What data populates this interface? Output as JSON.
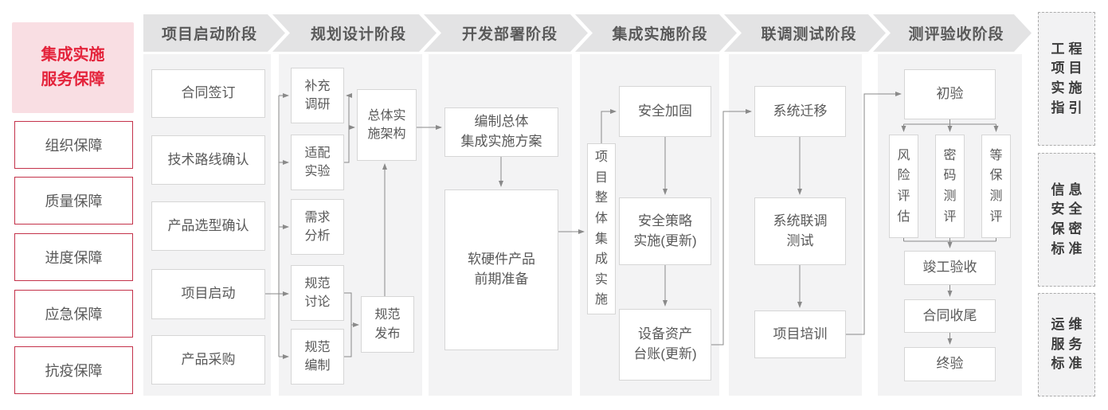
{
  "colors": {
    "accent_red": "#e4233b",
    "pink_bg": "#f9dee3",
    "header_bg": "#e3e3e4",
    "column_bg": "#f3f3f4",
    "box_border": "#d6d6d6",
    "text_gray": "#595959",
    "connector_gray": "#8a8a8a"
  },
  "sidebar": {
    "title_lines": [
      "集成实施",
      "服务保障"
    ],
    "items": [
      "组织保障",
      "质量保障",
      "进度保障",
      "应急保障",
      "抗疫保障"
    ]
  },
  "phases": [
    "项目启动阶段",
    "规划设计阶段",
    "开发部署阶段",
    "集成实施阶段",
    "联调测试阶段",
    "测评验收阶段"
  ],
  "flow": {
    "contract_signing": "合同签订",
    "tech_route_confirm": "技术路线确认",
    "product_selection_confirm": "产品选型确认",
    "project_kickoff": "项目启动",
    "product_procurement": "产品采购",
    "supplementary_research": [
      "补充",
      "调研"
    ],
    "adaptation_experiment": [
      "适配",
      "实验"
    ],
    "requirement_analysis": [
      "需求",
      "分析"
    ],
    "spec_discussion": [
      "规范",
      "讨论"
    ],
    "spec_compilation": [
      "规范",
      "编制"
    ],
    "overall_implementation_architecture": [
      "总体实",
      "施架构"
    ],
    "spec_release": [
      "规范",
      "发布"
    ],
    "overall_integration_plan": [
      "编制总体",
      "集成实施方案"
    ],
    "hw_sw_product_preparation": [
      "软硬件产品",
      "前期准备"
    ],
    "overall_integration_implementation": [
      "项",
      "目",
      "整",
      "体",
      "集",
      "成",
      "实",
      "施"
    ],
    "security_hardening": "安全加固",
    "security_policy_implementation": [
      "安全策略",
      "实施(更新)"
    ],
    "equipment_asset_ledger": [
      "设备资产",
      "台账(更新)"
    ],
    "system_migration": "系统迁移",
    "system_joint_testing": [
      "系统联调",
      "测试"
    ],
    "project_training": "项目培训",
    "initial_acceptance": "初验",
    "risk_assessment": [
      "风",
      "险",
      "评",
      "估"
    ],
    "crypto_evaluation": [
      "密",
      "码",
      "测",
      "评"
    ],
    "mlps_evaluation": [
      "等",
      "保",
      "测",
      "评"
    ],
    "completion_acceptance": "竣工验收",
    "contract_closure": "合同收尾",
    "final_acceptance": "终验"
  },
  "right_panel": {
    "items": [
      [
        "工程",
        "项目",
        "实施",
        "指引"
      ],
      [
        "信息",
        "安全",
        "保密",
        "标准"
      ],
      [
        "运维",
        "服务",
        "标准"
      ]
    ]
  }
}
